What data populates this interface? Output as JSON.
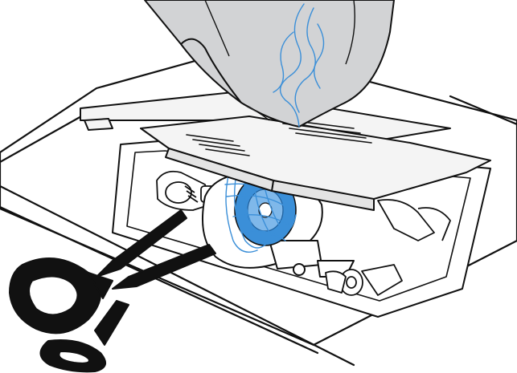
{
  "figure": {
    "colors": {
      "outline": "#111111",
      "fabric": "#d2d3d5",
      "fabric_shadow": "#b7b9bc",
      "thread": "#3b8fd8",
      "thread_light": "#7fb8ea",
      "machine_body": "#ffffff",
      "cover_plate": "#f4f4f4",
      "scissors": "#111111"
    },
    "icons": [
      "fabric-piece",
      "thread-strands",
      "needle-plate",
      "bobbin-cover",
      "bobbin-case",
      "bobbin",
      "hook-mechanism",
      "scissors-icon"
    ]
  }
}
